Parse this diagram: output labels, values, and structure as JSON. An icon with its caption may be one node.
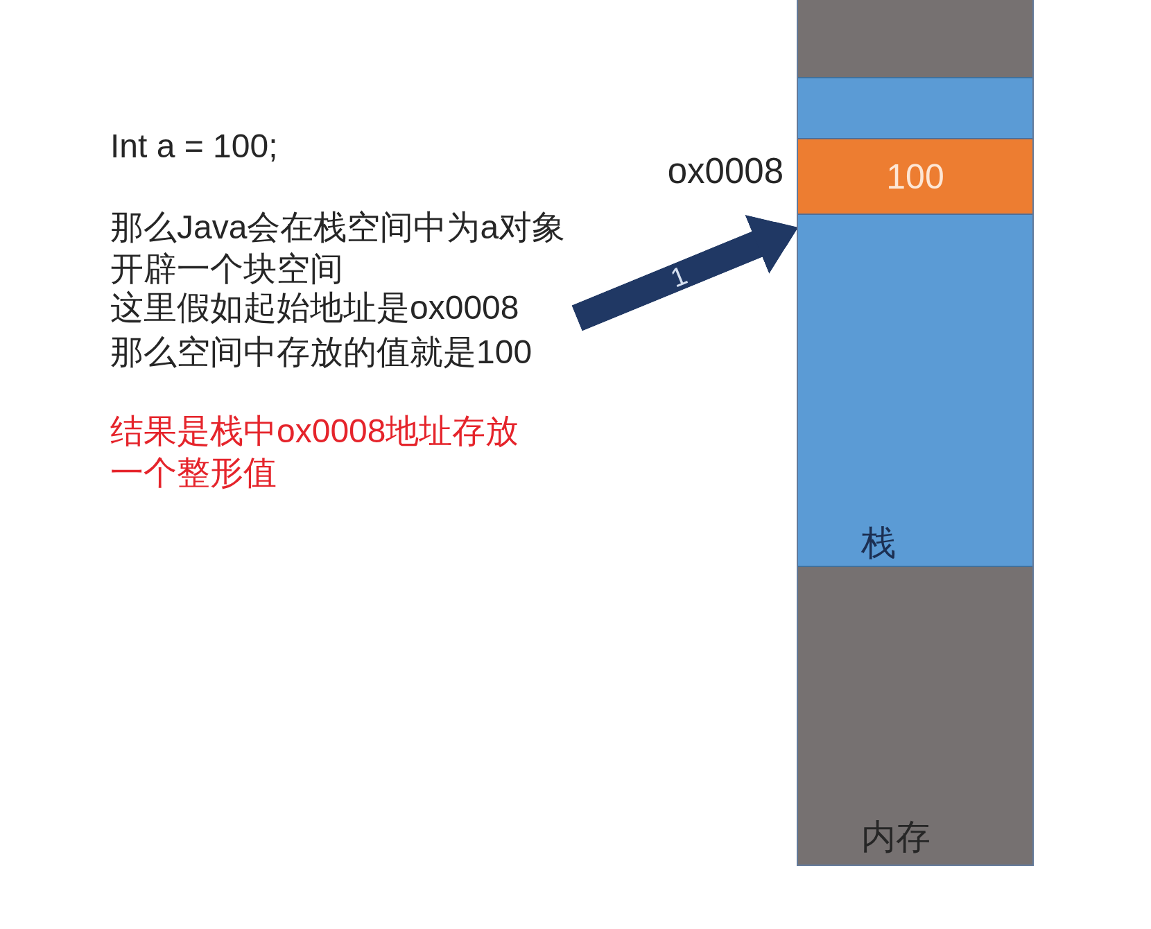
{
  "diagram": {
    "nodes": [
      {
        "text": [
          "内存"
        ]
      },
      {
        "text": [
          "栈"
        ],
        "in": 0
      },
      {
        "text": [
          "100"
        ],
        "in": 1,
        "beside": [
          "ox0008"
        ]
      }
    ],
    "edges": [
      {
        "from": null,
        "to": 1,
        "arrow": "to",
        "label": "1"
      }
    ],
    "labels": [
      "Int a = 100;",
      "那么Java会在栈空间中为a对象开辟一个块空间",
      "这里假如起始地址是ox0008",
      "那么空间中存放的值就是100",
      "结果是栈中ox0008地址存放一个整形值"
    ]
  }
}
